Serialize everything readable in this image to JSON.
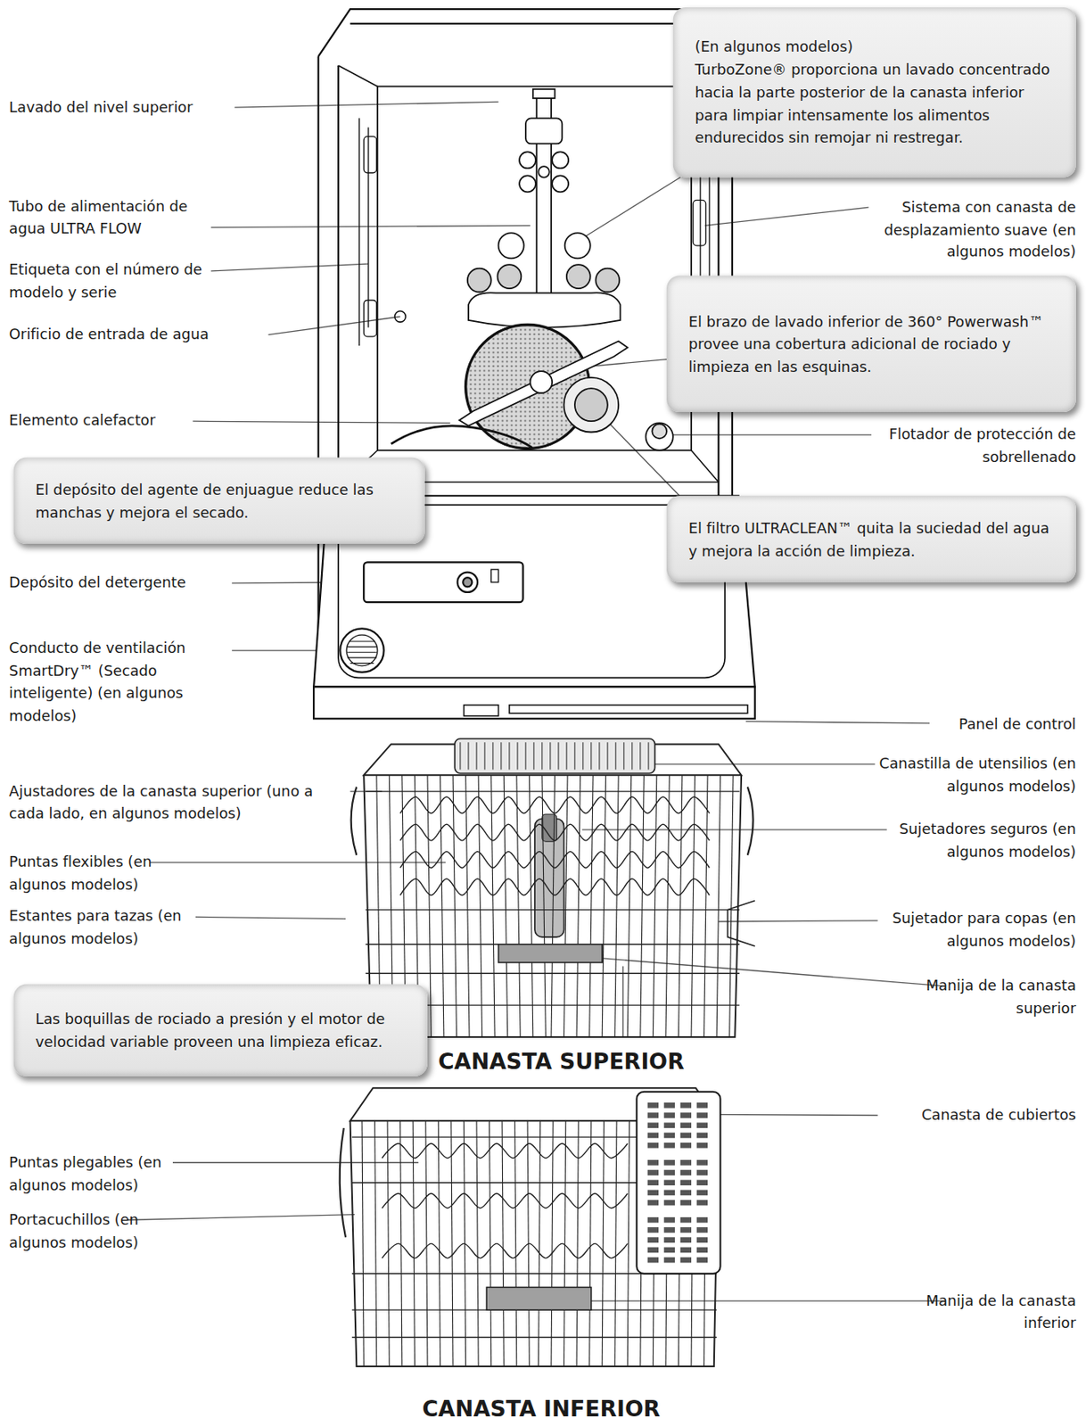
{
  "diagram": {
    "nodes": [
      {
        "text": [
          "(En algunos modelos)",
          "TurboZone® proporciona un lavado concentrado hacia la parte posterior de la canasta inferior para limpiar intensamente los alimentos endurecidos sin remojar ni restregar."
        ]
      },
      {
        "text": [
          "El brazo de lavado inferior de 360° Powerwash™ provee una cobertura adicional de rociado y limpieza en las esquinas."
        ]
      },
      {
        "text": [
          "El depósito del agente de enjuague reduce las manchas y mejora el secado."
        ]
      },
      {
        "text": [
          "El filtro ULTRACLEAN™ quita la suciedad del agua y mejora la acción de limpieza."
        ]
      },
      {
        "text": [
          "Las boquillas de rociado a presión y el motor de velocidad variable proveen una limpieza eficaz."
        ]
      }
    ],
    "labels": [
      "Lavado del nivel superior",
      "Tubo de alimentación de agua ULTRA FLOW",
      "Etiqueta con el número de modelo y serie",
      "Orificio de entrada de agua",
      "Elemento calefactor",
      "Depósito del detergente",
      "Conducto de ventilación SmartDry™ (Secado inteligente) (en algunos modelos)",
      "Sistema con canasta de desplazamiento suave (en algunos modelos)",
      "Flotador de protección de sobrellenado",
      "Panel de control",
      "Canastilla de utensilios (en algunos modelos)",
      "Sujetadores seguros (en algunos modelos)",
      "Sujetador para copas (en algunos modelos)",
      "Manija de la canasta superior",
      "Ajustadores de la canasta superior (uno a cada lado, en algunos modelos)",
      "Puntas flexibles (en algunos modelos)",
      "Estantes para tazas (en algunos modelos)",
      "CANASTA SUPERIOR",
      "Canasta de cubiertos",
      "Puntas plegables (en algunos modelos)",
      "Portacuchillos (en algunos modelos)",
      "Manija de la canasta inferior",
      "CANASTA INFERIOR"
    ]
  }
}
